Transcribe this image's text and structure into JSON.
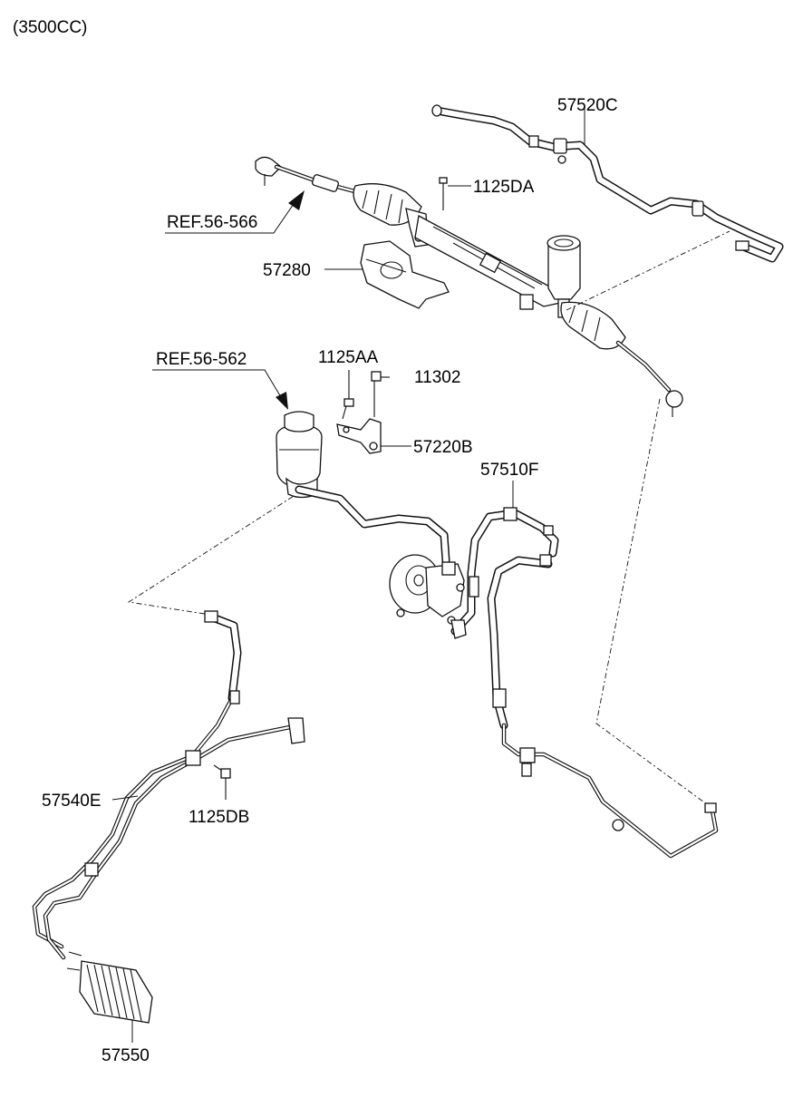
{
  "header": {
    "engine": "(3500CC)"
  },
  "parts": {
    "p57520C": "57520C",
    "p1125DA": "1125DA",
    "ref566": "REF.56-566",
    "p57280": "57280",
    "ref562": "REF.56-562",
    "p1125AA": "1125AA",
    "p11302": "11302",
    "p57220B": "57220B",
    "p57510F": "57510F",
    "p57540E": "57540E",
    "p1125DB": "1125DB",
    "p57550": "57550"
  }
}
